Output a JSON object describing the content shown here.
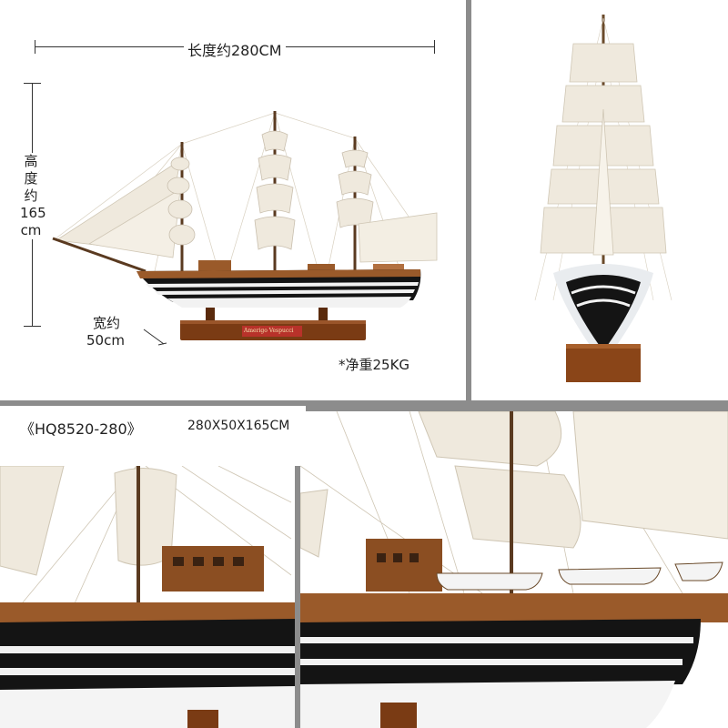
{
  "dimensions": {
    "length": "长度约280CM",
    "height_chars": [
      "高",
      "度",
      "约",
      "165",
      "cm"
    ],
    "width_line1": "宽约",
    "width_line2": "50cm"
  },
  "weight": "*净重25KG",
  "model": {
    "code": "《HQ8520-280》",
    "size": "280X50X165CM"
  },
  "plaque": "Amerigo Vespucci",
  "colors": {
    "hull_black": "#141414",
    "stripe_white": "#f2f2f2",
    "deck_wood": "#9a5a2a",
    "sail": "#efe9dd",
    "base_wood": "#7a3b14",
    "divider": "#8c8c8c"
  }
}
